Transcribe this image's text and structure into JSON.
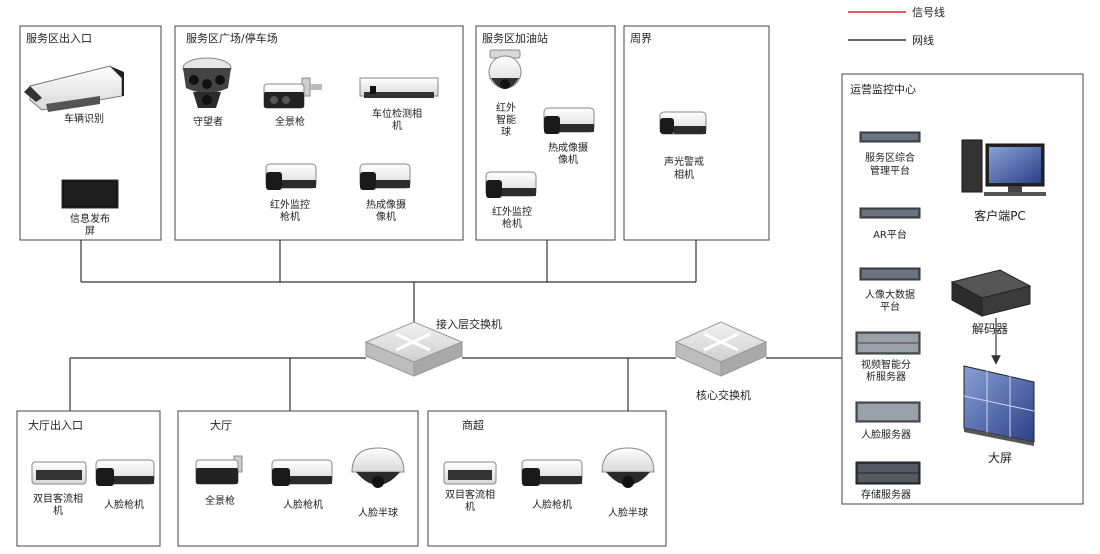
{
  "legend": {
    "signal_line": "信号线",
    "network_line": "网线",
    "signal_color": "#d9262c",
    "network_color": "#333333"
  },
  "zones": {
    "entrance": {
      "title": "服务区出入口",
      "devices": {
        "vehicle_recognition": "车辆识别",
        "info_screen_l1": "信息发布",
        "info_screen_l2": "屏"
      }
    },
    "plaza": {
      "title": "服务区广场/停车场",
      "devices": {
        "watcher": "守望者",
        "panorama_gun": "全景枪",
        "parking_cam_l1": "车位检测相",
        "parking_cam_l2": "机",
        "ir_gun_l1": "红外监控",
        "ir_gun_l2": "枪机",
        "thermal_l1": "热成像摄",
        "thermal_l2": "像机"
      }
    },
    "gas": {
      "title": "服务区加油站",
      "devices": {
        "ir_dome_l1": "红外",
        "ir_dome_l2": "智能",
        "ir_dome_l3": "球",
        "thermal_l1": "热成像摄",
        "thermal_l2": "像机",
        "ir_gun_l1": "红外监控",
        "ir_gun_l2": "枪机"
      }
    },
    "perimeter": {
      "title": "周界",
      "devices": {
        "alarm_cam_l1": "声光警戒",
        "alarm_cam_l2": "相机"
      }
    },
    "hall_entrance": {
      "title": "大厅出入口",
      "devices": {
        "binocular_l1": "双目客流相",
        "binocular_l2": "机",
        "face_gun": "人脸枪机"
      }
    },
    "hall": {
      "title": "大厅",
      "devices": {
        "panorama_gun": "全景枪",
        "face_gun": "人脸枪机",
        "face_dome": "人脸半球"
      }
    },
    "supermarket": {
      "title": "商超",
      "devices": {
        "binocular_l1": "双目客流相",
        "binocular_l2": "机",
        "face_gun": "人脸枪机",
        "face_dome": "人脸半球"
      }
    },
    "control_center": {
      "title": "运营监控中心",
      "servers": {
        "mgmt_l1": "服务区综合",
        "mgmt_l2": "管理平台",
        "ar": "AR平台",
        "bigdata_l1": "人像大数据",
        "bigdata_l2": "平台",
        "video_l1": "视频智能分",
        "video_l2": "析服务器",
        "face_server": "人脸服务器",
        "storage": "存储服务器"
      },
      "client_pc": "客户端PC",
      "decoder": "解码器",
      "big_screen": "大屏"
    }
  },
  "switches": {
    "access": "接入层交换机",
    "core": "核心交换机"
  }
}
